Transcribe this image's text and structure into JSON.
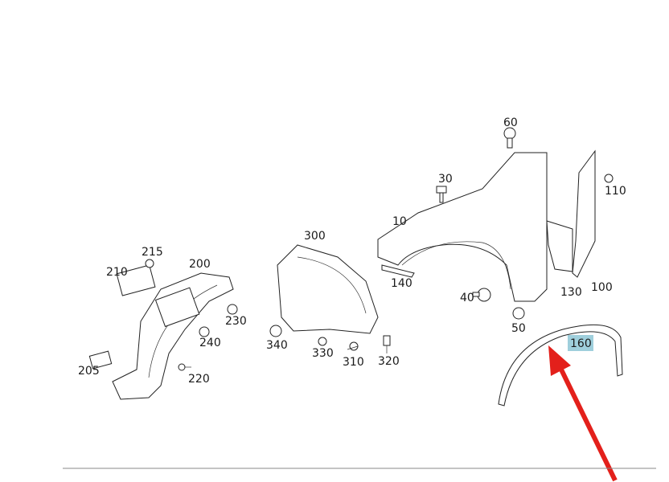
{
  "diagram": {
    "labels": {
      "p10": "10",
      "p30": "30",
      "p40": "40",
      "p50": "50",
      "p60": "60",
      "p100": "100",
      "p110": "110",
      "p130": "130",
      "p140": "140",
      "p160": "160",
      "p200": "200",
      "p205": "205",
      "p210": "210",
      "p215": "215",
      "p220": "220",
      "p230": "230",
      "p240": "240",
      "p300": "300",
      "p310": "310",
      "p320": "320",
      "p330": "330",
      "p340": "340"
    },
    "highlighted_part": "160",
    "colors": {
      "highlight": "#9fcfdc",
      "arrow": "#e3201b",
      "rule": "#888888"
    }
  }
}
